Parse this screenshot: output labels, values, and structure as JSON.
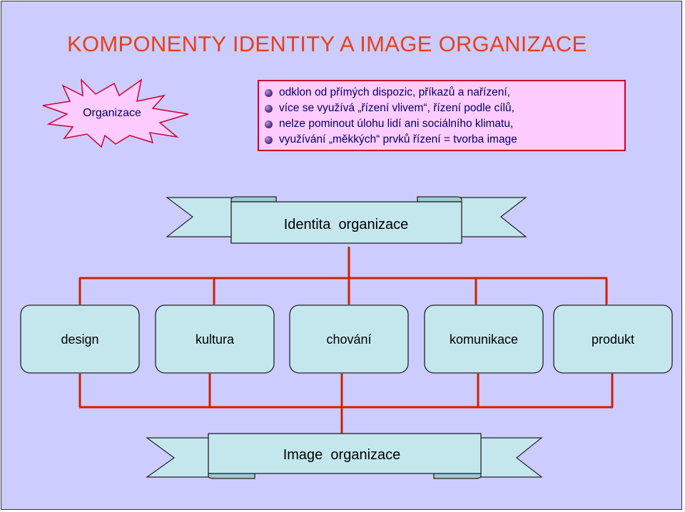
{
  "title": "KOMPONENTY  IDENTITY  A  IMAGE  ORGANIZACE",
  "starburst_label": "Organizace",
  "bullets": [
    "odklon od přímých dispozic, příkazů a nařízení,",
    "více se využívá „řízení vlivem“, řízení podle cílů,",
    "nelze pominout úlohu lidí ani sociálního klimatu,",
    "využívání „měkkých“ prvků řízení = tvorba image"
  ],
  "top_banner_label": "Identita  organizace",
  "components": [
    "design",
    "kultura",
    "chování",
    "komunikace",
    "produkt"
  ],
  "bottom_banner_label": "Image  organizace",
  "colors": {
    "background": "#ccccff",
    "title": "#e8401a",
    "bullet_box_fill": "#ffccff",
    "bullet_box_border": "#cc0033",
    "bullet_text": "#000066",
    "connector": "#cc2200",
    "banner_fill": "#c4e7ee",
    "box_fill": "#c4e7ee",
    "starburst_fill": "#ffccff",
    "starburst_border": "#cc0033"
  }
}
